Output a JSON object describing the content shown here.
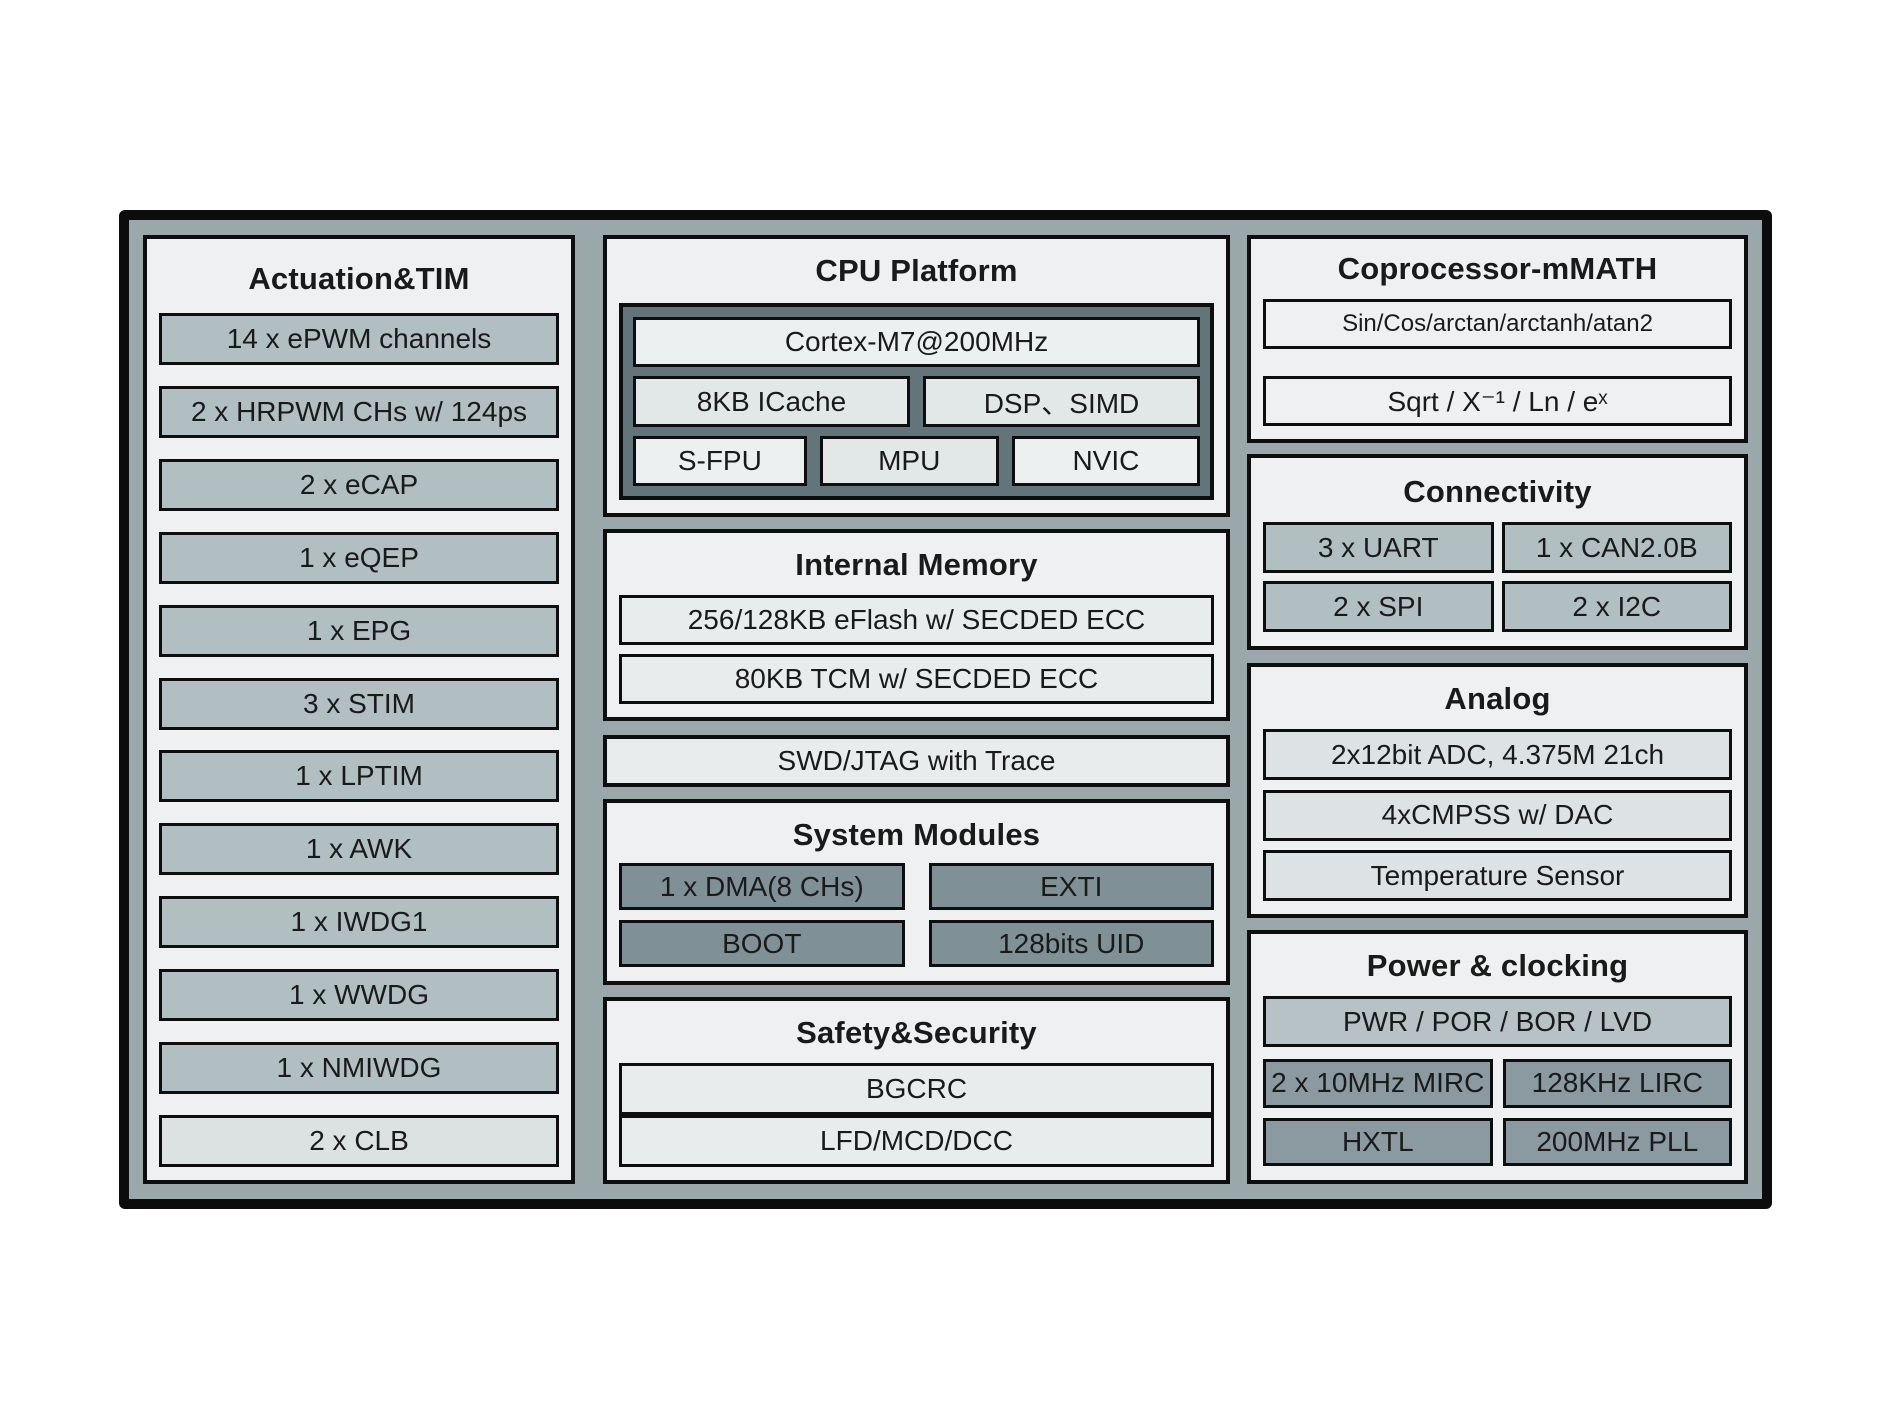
{
  "colors": {
    "page_bg": "#ffffff",
    "chip_bg": "#9aa7ab",
    "chip_border": "#0c0c0c",
    "panel_bg": "#eef0f1",
    "row_medium": "#b1bec2",
    "row_light": "#dce1e2",
    "cpu_container_bg": "#63757b",
    "cpu_cell_bright": "#edf0f0",
    "cpu_cell_soft": "#e2e7e8",
    "memory_row_bg": "#e8eced",
    "module_cell_bg": "#7f9096",
    "connectivity_cell_bg": "#a7b4b8",
    "analog_row_bg": "#dde3e4",
    "power_row_bg": "#b7c2c6",
    "clock_cell_bg": "#8b9aa0",
    "text": "#1a1a1a"
  },
  "actuation": {
    "title": "Actuation&TIM",
    "rows": [
      "14 x ePWM channels",
      "2 x HRPWM CHs w/ 124ps",
      "2 x eCAP",
      "1 x eQEP",
      "1 x EPG",
      "3 x STIM",
      "1 x LPTIM",
      "1 x AWK",
      "1 x IWDG1",
      "1 x WWDG",
      "1 x NMIWDG",
      "2 x CLB"
    ]
  },
  "cpu": {
    "title": "CPU Platform",
    "core": "Cortex-M7@200MHz",
    "row2": [
      "8KB ICache",
      "DSP、SIMD"
    ],
    "row3": [
      "S-FPU",
      "MPU",
      "NVIC"
    ]
  },
  "memory": {
    "title": "Internal Memory",
    "rows": [
      "256/128KB eFlash w/ SECDED ECC",
      "80KB TCM w/ SECDED ECC"
    ]
  },
  "debug": {
    "label": "SWD/JTAG with Trace"
  },
  "system_modules": {
    "title": "System Modules",
    "cells": [
      "1 x DMA(8 CHs)",
      "EXTI",
      "BOOT",
      "128bits UID"
    ]
  },
  "safety": {
    "title": "Safety&Security",
    "rows": [
      "BGCRC",
      "LFD/MCD/DCC"
    ]
  },
  "coprocessor": {
    "title": "Coprocessor-mMATH",
    "rows": [
      "Sin/Cos/arctan/arctanh/atan2",
      "Sqrt / X⁻¹ / Ln / eˣ"
    ]
  },
  "connectivity": {
    "title": "Connectivity",
    "cells": [
      "3 x UART",
      "1 x CAN2.0B",
      "2 x SPI",
      "2 x I2C"
    ]
  },
  "analog": {
    "title": "Analog",
    "rows": [
      "2x12bit ADC, 4.375M 21ch",
      "4xCMPSS w/ DAC",
      "Temperature Sensor"
    ]
  },
  "power": {
    "title": "Power & clocking",
    "wide_row": "PWR / POR / BOR / LVD",
    "cells": [
      "2 x 10MHz MIRC",
      "128KHz LIRC",
      "HXTL",
      "200MHz PLL"
    ]
  }
}
